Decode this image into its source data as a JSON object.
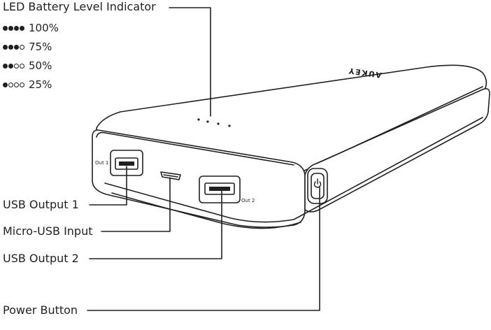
{
  "labels": {
    "led_indicator": "LED Battery Level Indicator",
    "usb_output_1": "USB Output 1",
    "micro_usb_input": "Micro-USB Input",
    "usb_output_2": "USB Output 2",
    "power_button": "Power Button"
  },
  "battery_levels": [
    {
      "filled": 4,
      "total": 4,
      "text": "100%"
    },
    {
      "filled": 3,
      "total": 4,
      "text": "75%"
    },
    {
      "filled": 2,
      "total": 4,
      "text": "50%"
    },
    {
      "filled": 1,
      "total": 4,
      "text": "25%"
    }
  ],
  "device": {
    "brand": "AUKEY",
    "port_label_1": "Out 1",
    "port_label_2": "Out 2"
  },
  "colors": {
    "line": "#231f20",
    "body_fill": "#ffffff"
  }
}
